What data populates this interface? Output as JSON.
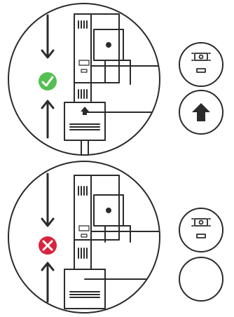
{
  "colors": {
    "stroke": "#2b2b2b",
    "success": "#55bf52",
    "error": "#d8253f",
    "background": "#ffffff"
  },
  "panels": [
    {
      "state": "correct",
      "status_icon": "check-icon",
      "callouts": [
        "button-led-icon",
        "up-arrow-icon"
      ]
    },
    {
      "state": "incorrect",
      "status_icon": "cross-icon",
      "callouts": [
        "button-led-icon",
        "empty-callout"
      ]
    }
  ]
}
